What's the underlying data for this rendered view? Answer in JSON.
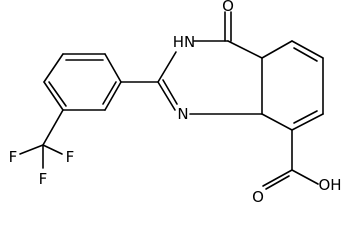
{
  "molecule": {
    "atom_labels": {
      "ketone_oxygen": "O",
      "ring_nh": "HN",
      "ring_n": "N",
      "acid_hydroxyl": "OH",
      "acid_oxygen": "O",
      "fluorine_1": "F",
      "fluorine_2": "F",
      "fluorine_3": "F"
    }
  }
}
